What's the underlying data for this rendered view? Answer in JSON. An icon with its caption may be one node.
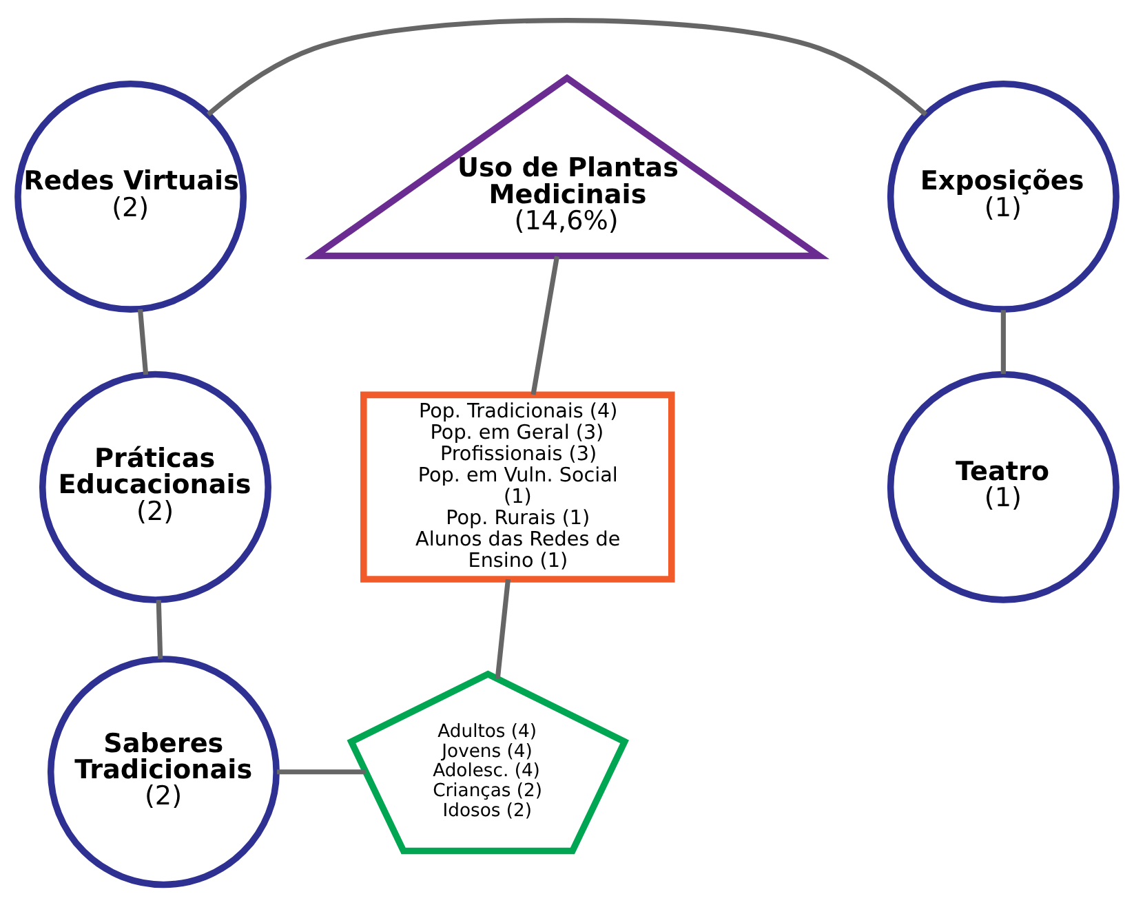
{
  "diagram": {
    "nodes": [
      {
        "text": [
          "Uso de Plantas Medicinais",
          "(14,6%)"
        ]
      },
      {
        "text": [
          "Pop. Tradicionais (4)",
          "Pop. em Geral (3)",
          "Profissionais (3)",
          "Pop. em Vuln. Social (1)",
          "Pop. Rurais (1)",
          "Alunos das Redes de Ensino (1)"
        ]
      },
      {
        "text": [
          "Adultos (4)",
          "Jovens (4)",
          "Adolesc. (4)",
          "Crianças (2)",
          "Idosos (2)"
        ]
      },
      {
        "text": [
          "Redes Virtuais",
          "(2)"
        ]
      },
      {
        "text": [
          "Exposições",
          "(1)"
        ]
      },
      {
        "text": [
          "Práticas Educacionais",
          "(2)"
        ]
      },
      {
        "text": [
          "Teatro",
          "(1)"
        ]
      },
      {
        "text": [
          "Saberes Tradicionais",
          "(2)"
        ]
      }
    ],
    "edges": [
      {
        "from": 0,
        "to": 1,
        "arrow": "none"
      },
      {
        "from": 1,
        "to": 2,
        "arrow": "none"
      },
      {
        "from": 7,
        "to": 2,
        "arrow": "none"
      },
      {
        "from": 5,
        "to": 7,
        "arrow": "none"
      },
      {
        "from": 3,
        "to": 5,
        "arrow": "none"
      },
      {
        "from": 3,
        "to": 4,
        "arrow": "none"
      },
      {
        "from": 4,
        "to": 6,
        "arrow": "none"
      }
    ]
  }
}
